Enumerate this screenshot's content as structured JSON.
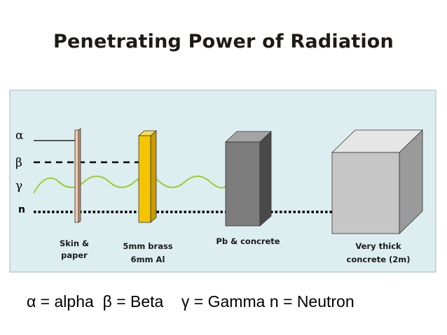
{
  "title": "Penetrating Power of Radiation",
  "rays": [
    {
      "symbol": "α"
    },
    {
      "symbol": "β"
    },
    {
      "symbol": "γ"
    },
    {
      "symbol": "n"
    }
  ],
  "barriers": [
    {
      "label_line1": "Skin &",
      "label_line2": "paper"
    },
    {
      "label_line1": "5mm brass",
      "label_line2": "6mm Al"
    },
    {
      "label_line1": "Pb & concrete",
      "label_line2": ""
    },
    {
      "label_line1": "Very thick",
      "label_line2": "concrete (2m)"
    }
  ],
  "caption": {
    "alpha": "α = alpha",
    "beta": "β = Beta",
    "gamma": "γ = Gamma",
    "neutron": "n = Neutron"
  },
  "colors": {
    "panel_bg": "#ddeef0",
    "paper": "#f7c9a6",
    "brass": "#f5c400",
    "lead": "#7c7c7c",
    "concrete": "#c6c6c6",
    "gamma_wave": "#9acd32"
  }
}
